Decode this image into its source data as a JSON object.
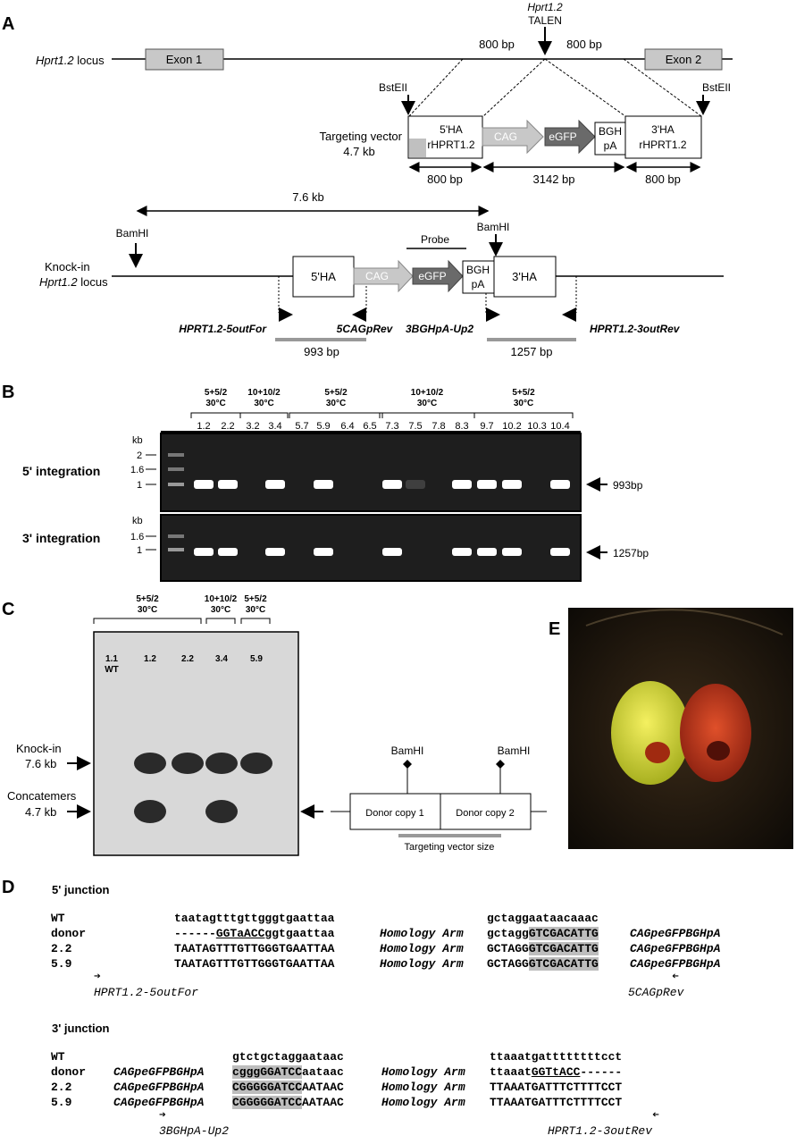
{
  "panelA": {
    "label": "A",
    "locus_label_italic": "Hprt1.2",
    "locus_label_rest": " locus",
    "exon1": "Exon 1",
    "exon2": "Exon 2",
    "talen_italic": "Hprt1.2",
    "talen": "TALEN",
    "arm_left": "800 bp",
    "arm_right": "800 bp",
    "bstEII_left": "BstEII",
    "bstEII_right": "BstEII",
    "vector_label_1": "Targeting vector",
    "vector_label_2": "4.7 kb",
    "ha5_1": "5'HA",
    "ha5_2": "rHPRT1.2",
    "cag": "CAG",
    "egfp": "eGFP",
    "bgh_1": "BGH",
    "bgh_2": "pA",
    "ha3_1": "3'HA",
    "ha3_2": "rHPRT1.2",
    "dim_left": "800 bp",
    "dim_mid": "3142 bp",
    "dim_right": "800 bp",
    "ki_size": "7.6 kb",
    "bamHI_left": "BamHI",
    "bamHI_right": "BamHI",
    "probe": "Probe",
    "ki_label_1": "Knock-in",
    "ki_label_2_italic": "Hprt1.2",
    "ki_label_2_rest": " locus",
    "ki_5ha": "5'HA",
    "ki_3ha": "3'HA",
    "primers": [
      "HPRT1.2-5outFor",
      "5CAGpRev",
      "3BGHpA-Up2",
      "HPRT1.2-3outRev"
    ],
    "amp_5": "993 bp",
    "amp_3": "1257 bp"
  },
  "panelB": {
    "label": "B",
    "groups": [
      {
        "l1": "5+5/2",
        "l2": "30°C"
      },
      {
        "l1": "10+10/2",
        "l2": "30°C"
      },
      {
        "l1": "5+5/2",
        "l2": "30°C"
      },
      {
        "l1": "10+10/2",
        "l2": "30°C"
      },
      {
        "l1": "5+5/2",
        "l2": "30°C"
      }
    ],
    "lanes": [
      "1.2",
      "2.2",
      "3.2",
      "3.4",
      "5.7",
      "5.9",
      "6.4",
      "6.5",
      "7.3",
      "7.5",
      "7.8",
      "8.3",
      "9.7",
      "10.2",
      "10.3",
      "10.4"
    ],
    "gel5": {
      "title": "5' integration",
      "kb": "kb",
      "ladder": [
        "2",
        "1.6",
        "1"
      ],
      "band_label": "993bp",
      "bands": [
        1,
        1,
        0,
        1,
        0,
        1,
        0,
        0,
        1,
        0.15,
        0,
        1,
        1,
        1,
        0,
        1
      ]
    },
    "gel3": {
      "title": "3' integration",
      "kb": "kb",
      "ladder": [
        "1.6",
        "1"
      ],
      "band_label": "1257bp",
      "bands": [
        1,
        1,
        0,
        1,
        0,
        1,
        0,
        0,
        1,
        0,
        0,
        1,
        1,
        1,
        0,
        1
      ]
    }
  },
  "panelC": {
    "label": "C",
    "groups": [
      {
        "l1": "5+5/2",
        "l2": "30°C"
      },
      {
        "l1": "10+10/2",
        "l2": "30°C"
      },
      {
        "l1": "5+5/2",
        "l2": "30°C"
      }
    ],
    "lanes": [
      "1.1",
      "1.2",
      "2.2",
      "3.4",
      "5.9"
    ],
    "wt": "WT",
    "ki_1": "Knock-in",
    "ki_2": "7.6 kb",
    "cc_1": "Concatemers",
    "cc_2": "4.7 kb",
    "ki_bands": [
      0,
      1,
      1,
      1,
      1
    ],
    "cc_bands": [
      0,
      1,
      0,
      1,
      0
    ],
    "bamHI_1": "BamHI",
    "bamHI_2": "BamHI",
    "donor1": "Donor copy 1",
    "donor2": "Donor copy 2",
    "vector_size": "Targeting vector size"
  },
  "panelE": {
    "label": "E"
  },
  "panelD": {
    "label": "D",
    "j5": {
      "title": "5' junction",
      "rows": [
        {
          "name": "WT",
          "a": "taatagtttgttgggtgaattaa",
          "arm": "",
          "b1": "gctaggaataacaaac",
          "bh": "",
          "cag": ""
        },
        {
          "name": "donor",
          "a0": "------",
          "au": "GGTaACC",
          "a": "ggtgaattaa",
          "arm": "Homology Arm",
          "b1": "gctagg",
          "bh": "GTCGACATTG",
          "cag": "CAGpeGFPBGHpA"
        },
        {
          "name": "2.2",
          "a": "TAATAGTTTGTTGGGTGAATTAA",
          "arm": "Homology Arm",
          "b1": "GCTAGG",
          "bh": "GTCGACATTG",
          "cag": "CAGpeGFPBGHpA"
        },
        {
          "name": "5.9",
          "a": "TAATAGTTTGTTGGGTGAATTAA",
          "arm": "Homology Arm",
          "b1": "GCTAGG",
          "bh": "GTCGACATTG",
          "cag": "CAGpeGFPBGHpA"
        }
      ],
      "primer_f": "HPRT1.2-5outFor",
      "primer_r": "5CAGpRev"
    },
    "j3": {
      "title": "3' junction",
      "rows": [
        {
          "name": "WT",
          "cag": "",
          "ah": "",
          "a": "gtctgctaggaataac",
          "arm": "",
          "b": "ttaaatgattttttttcct",
          "bu": "",
          "b2": ""
        },
        {
          "name": "donor",
          "cag": "CAGpeGFPBGHpA",
          "ah": "cgggGGATCC",
          "a": "aataac",
          "arm": "Homology Arm",
          "b": "ttaaat",
          "bu": "GGTtACC",
          "b2": "------"
        },
        {
          "name": "2.2",
          "cag": "CAGpeGFPBGHpA",
          "ah": "CGGGGGATCC",
          "a": "AATAAC",
          "arm": "Homology Arm",
          "b": "TTAAATGATTTCTTTTCCT",
          "bu": "",
          "b2": ""
        },
        {
          "name": "5.9",
          "cag": "CAGpeGFPBGHpA",
          "ah": "CGGGGGATCC",
          "a": "AATAAC",
          "arm": "Homology Arm",
          "b": "TTAAATGATTTCTTTTCCT",
          "bu": "",
          "b2": ""
        }
      ],
      "primer_f": "3BGHpA-Up2",
      "primer_r": "HPRT1.2-3outRev"
    }
  }
}
